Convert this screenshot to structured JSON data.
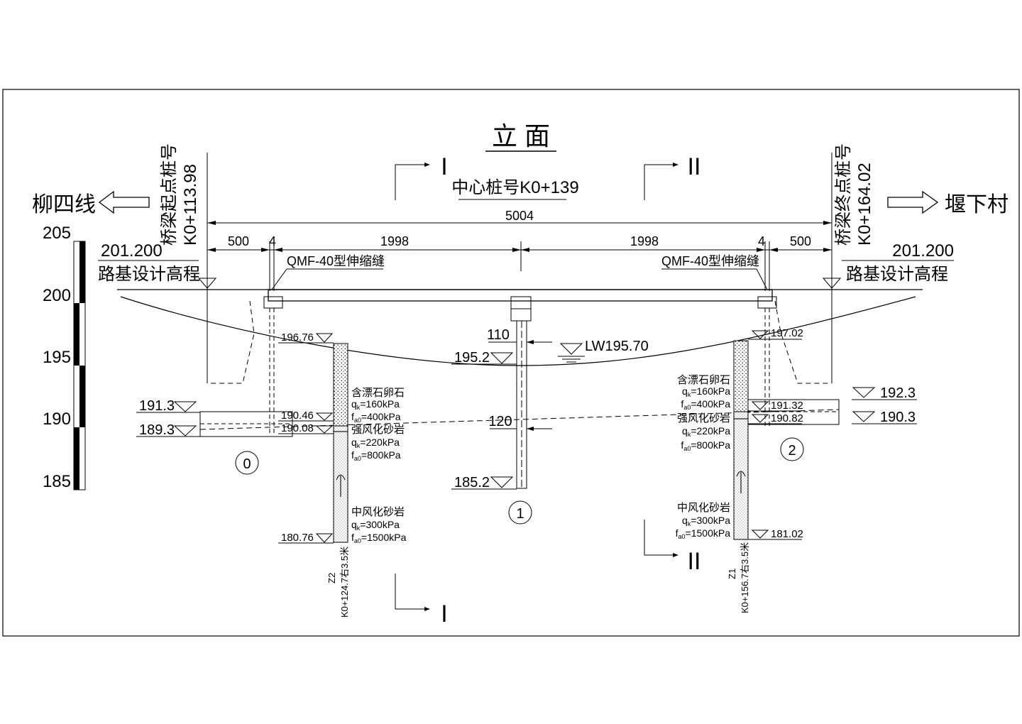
{
  "title": "立 面",
  "center_station": "中心桩号K0+139",
  "section_marks": {
    "section_1": "I",
    "section_2": "II"
  },
  "directions": {
    "left": "柳四线",
    "right": "堰下村"
  },
  "bridge_start": {
    "label": "桥梁起点桩号",
    "station": "K0+113.98"
  },
  "bridge_end": {
    "label": "桥梁终点桩号",
    "station": "K0+164.02"
  },
  "dimensions": {
    "total": "5004",
    "left_end": "500",
    "left_gap": "4",
    "span_1": "1998",
    "span_2": "1998",
    "right_gap": "4",
    "right_end": "500",
    "pier_width": "110",
    "pile_width": "120"
  },
  "design_elevation": {
    "value": "201.200",
    "label": "路基设计高程"
  },
  "expansion_joint": "QMF-40型伸缩缝",
  "water_level": "LW195.70",
  "scale_bar": [
    "205",
    "200",
    "195",
    "190",
    "185"
  ],
  "piers": [
    {
      "number": "0",
      "elev_cap_top": "191.3",
      "elev_cap_bottom": "189.3"
    },
    {
      "number": "1",
      "elev_ground": "195.2",
      "elev_pile_tip": "185.2"
    },
    {
      "number": "2",
      "elev_cap_top": "192.3",
      "elev_cap_bottom": "190.3"
    }
  ],
  "borehole_left": {
    "name": "Z2",
    "station": "K0+124.7右3.5米",
    "elev_top": "196.76",
    "elev_1": "190.46",
    "elev_2": "190.08",
    "elev_bottom": "180.76",
    "layers": [
      {
        "name": "含漂石卵石",
        "qk": "=160kPa",
        "fa0": "=400kPa"
      },
      {
        "name": "强风化砂岩",
        "qk": "=220kPa",
        "fa0": "=800kPa"
      },
      {
        "name": "中风化砂岩",
        "qk": "=300kPa",
        "fa0": "=1500kPa"
      }
    ]
  },
  "borehole_right": {
    "name": "Z1",
    "station": "K0+156.7右3.5米",
    "elev_top": "197.02",
    "elev_1": "191.32",
    "elev_2": "190.82",
    "elev_bottom": "181.02",
    "layers": [
      {
        "name": "含漂石卵石",
        "qk": "=160kPa",
        "fa0": "=400kPa"
      },
      {
        "name": "强风化砂岩",
        "qk": "=220kPa",
        "fa0": "=800kPa"
      },
      {
        "name": "中风化砂岩",
        "qk": "=300kPa",
        "fa0": "=1500kPa"
      }
    ]
  }
}
